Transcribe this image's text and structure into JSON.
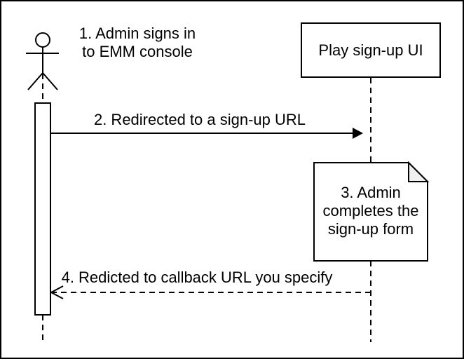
{
  "diagram": {
    "type": "sequence-diagram",
    "actor": {
      "icon": "stick-figure-actor-icon",
      "label": "1. Admin signs in\nto EMM console"
    },
    "participant": {
      "label": "Play sign-up UI"
    },
    "messages": [
      {
        "label": "2. Redirected to a sign-up URL",
        "style": "solid",
        "direction": "left-to-right"
      },
      {
        "label": "4. Redicted to callback URL you specify",
        "style": "dashed",
        "direction": "right-to-left"
      }
    ],
    "note": {
      "label": "3. Admin\ncompletes the\nsign-up form"
    },
    "colors": {
      "stroke": "#000000",
      "background": "#ffffff",
      "note_fold": "#f0f0f0"
    }
  }
}
